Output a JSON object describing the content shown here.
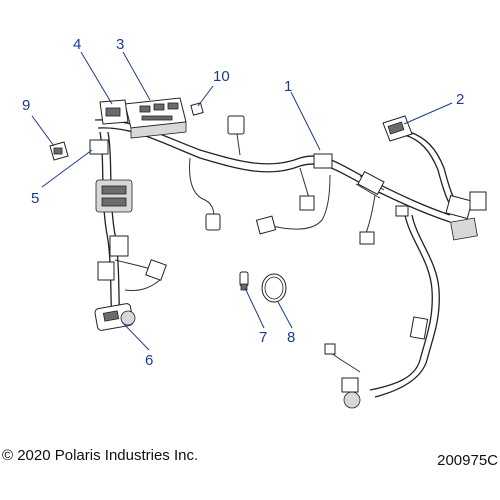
{
  "callouts": [
    {
      "id": "c1",
      "label": "1"
    },
    {
      "id": "c2",
      "label": "2"
    },
    {
      "id": "c3",
      "label": "3"
    },
    {
      "id": "c4",
      "label": "4"
    },
    {
      "id": "c5",
      "label": "5"
    },
    {
      "id": "c6",
      "label": "6"
    },
    {
      "id": "c7",
      "label": "7"
    },
    {
      "id": "c8",
      "label": "8"
    },
    {
      "id": "c9",
      "label": "9"
    },
    {
      "id": "c10",
      "label": "10"
    }
  ],
  "footer": {
    "copyright": "© 2020 Polaris Industries Inc.",
    "figure_id": "200975C"
  },
  "colors": {
    "callout": "#1f3a8a",
    "line_art": "#222222"
  }
}
